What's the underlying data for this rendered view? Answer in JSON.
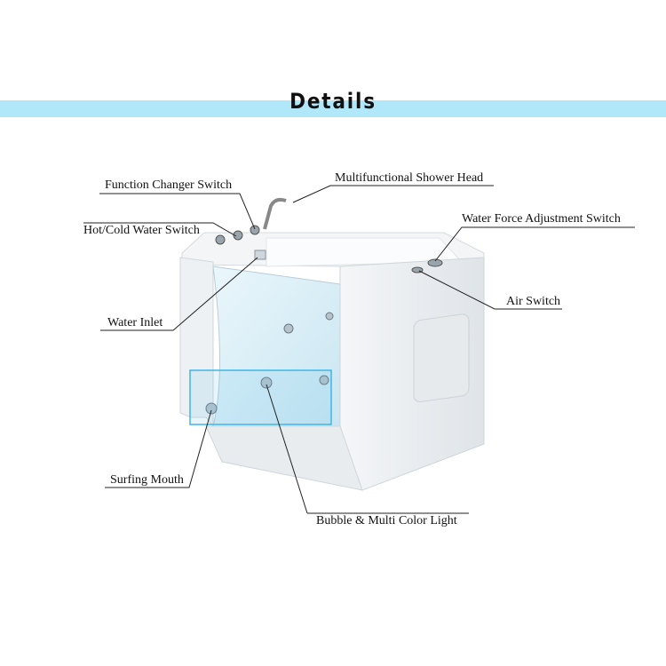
{
  "header": {
    "title": "Details"
  },
  "labels": {
    "function_changer": "Function Changer Switch",
    "shower_head": "Multifunctional Shower Head",
    "hot_cold": "Hot/Cold Water Switch",
    "water_force": "Water Force Adjustment Switch",
    "air_switch": "Air Switch",
    "water_inlet": "Water Inlet",
    "surfing_mouth": "Surfing Mouth",
    "bubble_light": "Bubble & Multi Color Light"
  },
  "colors": {
    "band": "#b1e8f9",
    "highlight": "#3fb6e6"
  }
}
